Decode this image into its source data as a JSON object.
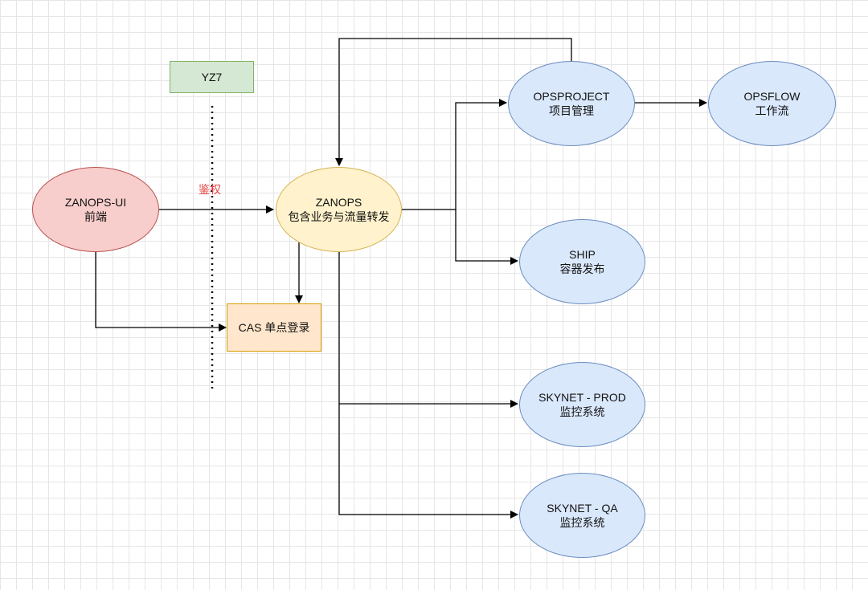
{
  "colors": {
    "red_fill": "#f8cecc",
    "red_stroke": "#b85450",
    "yellow_fill": "#fff2cc",
    "yellow_stroke": "#d6b656",
    "blue_fill": "#dae8fc",
    "blue_stroke": "#6c8ebf",
    "green_fill": "#d5e8d4",
    "green_stroke": "#82b366",
    "orange_fill": "#ffe6cc",
    "orange_stroke": "#d79b00",
    "edge": "#000000",
    "auth_label": "#e8403f"
  },
  "nodes": {
    "yz7": {
      "line1": "YZ7"
    },
    "zanops_ui": {
      "line1": "ZANOPS-UI",
      "line2": "前端"
    },
    "zanops": {
      "line1": "ZANOPS",
      "line2": "包含业务与流量转发"
    },
    "cas": {
      "line1": "CAS 单点登录"
    },
    "opsproject": {
      "line1": "OPSPROJECT",
      "line2": "项目管理"
    },
    "opsflow": {
      "line1": "OPSFLOW",
      "line2": "工作流"
    },
    "ship": {
      "line1": "SHIP",
      "line2": "容器发布"
    },
    "skynet_prod": {
      "line1": "SKYNET - PROD",
      "line2": "监控系统"
    },
    "skynet_qa": {
      "line1": "SKYNET - QA",
      "line2": "监控系统"
    }
  },
  "labels": {
    "auth": "鉴权"
  }
}
